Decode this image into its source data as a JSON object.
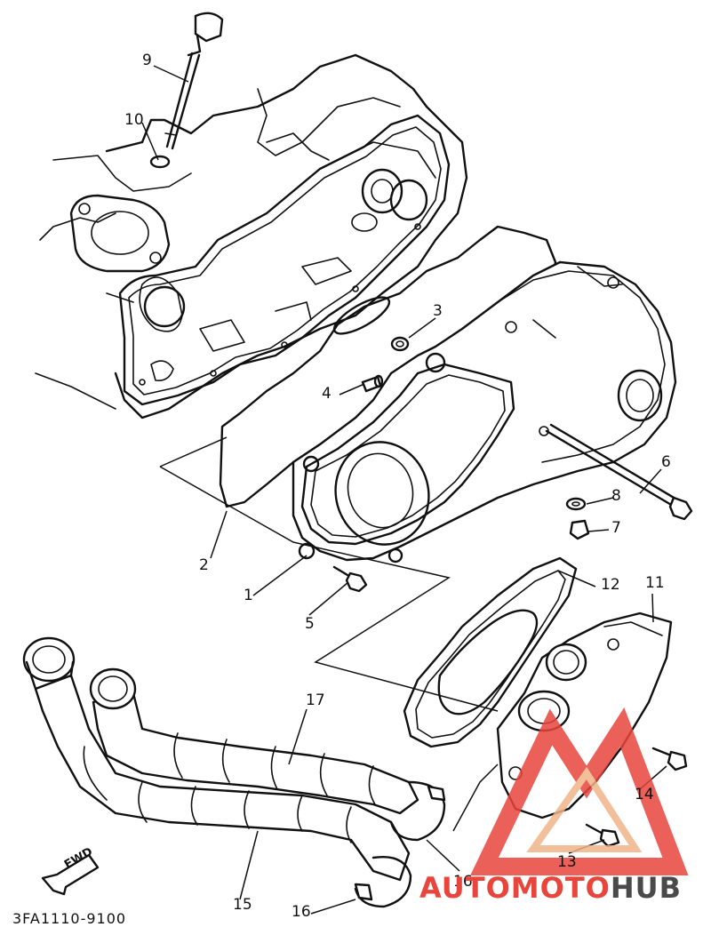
{
  "part_code": "3FA1110-9100",
  "fwd_label": "FWD",
  "watermark": {
    "part1": "AUTOMOTO",
    "part2": "HUB",
    "accent_color": "#e8453c",
    "secondary_color": "#f0b48a",
    "dark_color": "#4a4a4a"
  },
  "callouts": {
    "c1": "1",
    "c2": "2",
    "c3": "3",
    "c4": "4",
    "c5": "5",
    "c6": "6",
    "c7": "7",
    "c8": "8",
    "c9": "9",
    "c10": "10",
    "c11": "11",
    "c12": "12",
    "c13": "13",
    "c14": "14",
    "c15": "15",
    "c16a": "16",
    "c16b": "16",
    "c17": "17"
  }
}
